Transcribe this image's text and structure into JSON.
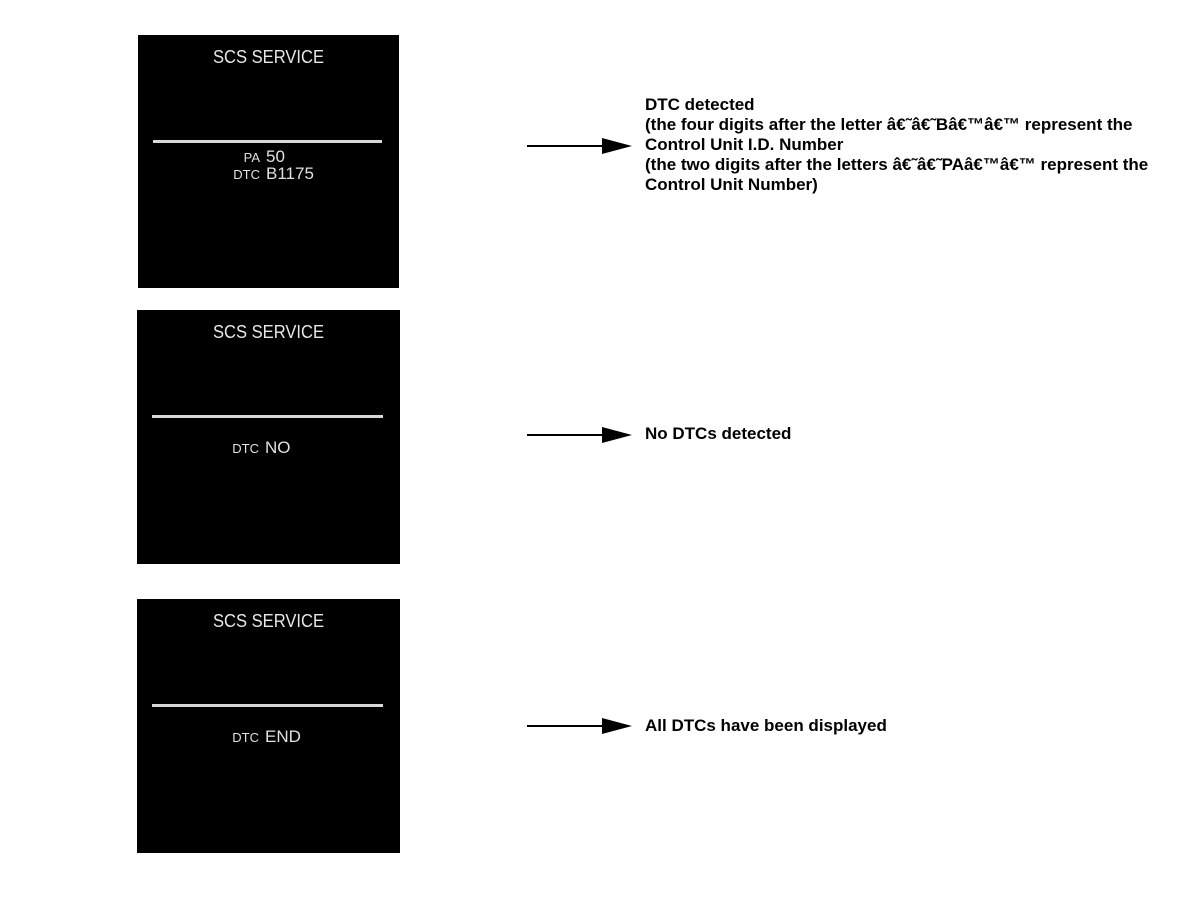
{
  "panels": [
    {
      "title": "SCS SERVICE",
      "rows": [
        {
          "label": "PA",
          "value": "50"
        },
        {
          "label": "DTC",
          "value": "B1175"
        }
      ],
      "description": [
        "DTC detected",
        "(the four digits after the letter â€˜â€˜Bâ€™â€™ represent the",
        "Control Unit I.D. Number",
        "(the two digits after the letters â€˜â€˜PAâ€™â€™ represent the",
        "Control Unit Number)"
      ]
    },
    {
      "title": "SCS SERVICE",
      "rows": [
        {
          "label": "DTC",
          "value": "NO"
        }
      ],
      "description": [
        "No DTCs detected"
      ]
    },
    {
      "title": "SCS SERVICE",
      "rows": [
        {
          "label": "DTC",
          "value": "END"
        }
      ],
      "description": [
        "All DTCs have been displayed"
      ]
    }
  ],
  "colors": {
    "screen_background": "#000000",
    "screen_text": "#e0e0e0",
    "arrow": "#000000"
  },
  "icons": {
    "pointer": "arrow-right-icon"
  }
}
